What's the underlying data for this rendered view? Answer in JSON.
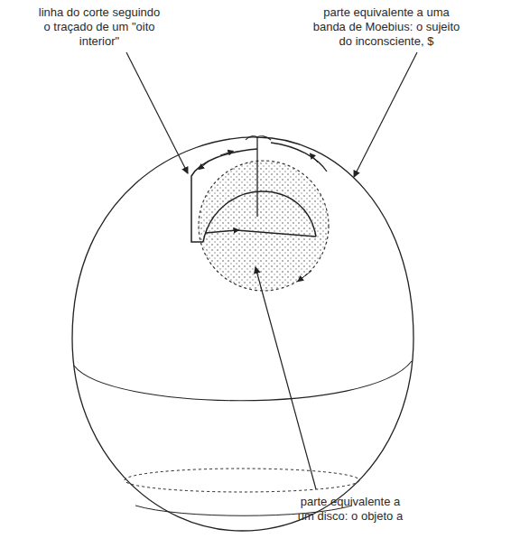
{
  "diagram": {
    "labels": [
      "linha do corte seguindo o traçado de um \"oito interior\"",
      "parte equivalente a uma banda de Moebius: o sujeito do inconsciente, $",
      "parte equivalente a um disco: o objeto a"
    ]
  }
}
